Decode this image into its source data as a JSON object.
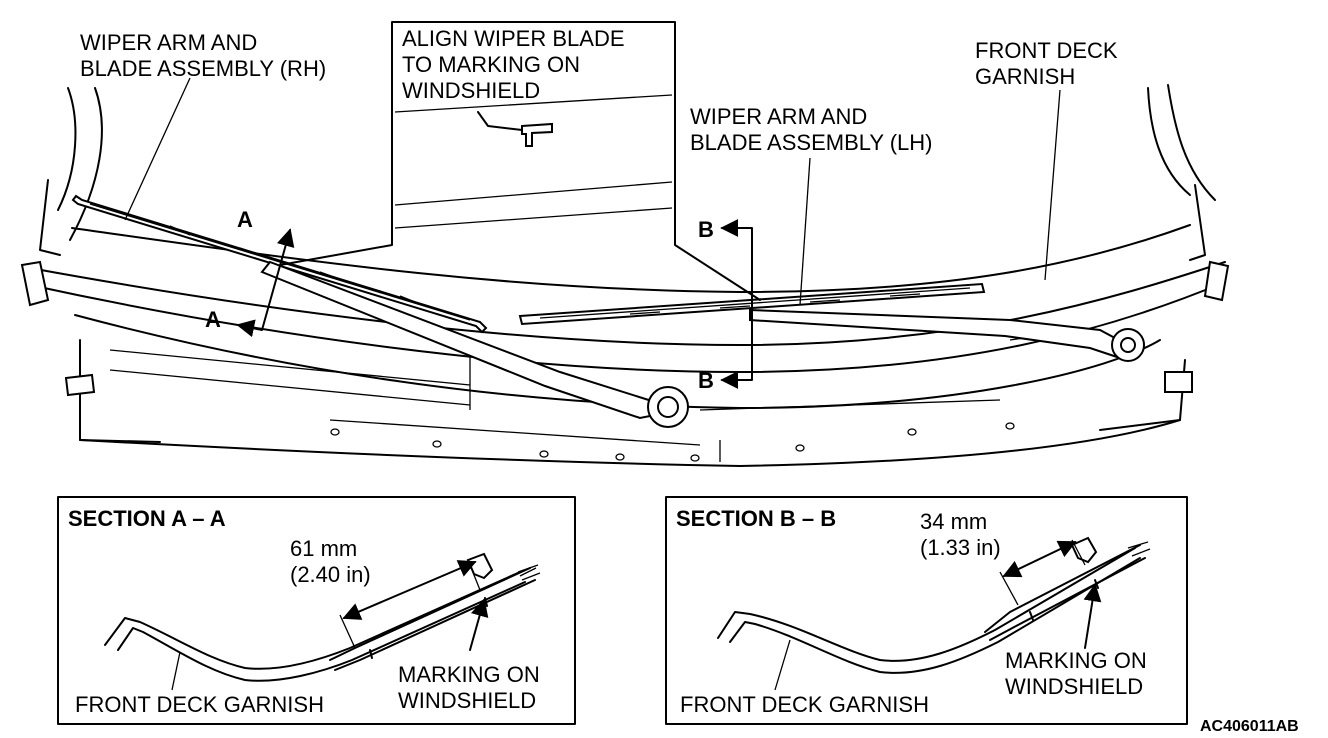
{
  "labels": {
    "wiper_rh_line1": "WIPER ARM AND",
    "wiper_rh_line2": "BLADE ASSEMBLY (RH)",
    "align_line1": "ALIGN WIPER BLADE",
    "align_line2": "TO MARKING ON",
    "align_line3": "WINDSHIELD",
    "front_deck_line1": "FRONT DECK",
    "front_deck_line2": "GARNISH",
    "wiper_lh_line1": "WIPER ARM AND",
    "wiper_lh_line2": "BLADE ASSEMBLY (LH)",
    "section_marker_a": "A",
    "section_marker_b": "B"
  },
  "section_a": {
    "title": "SECTION A – A",
    "dim_line1": "61 mm",
    "dim_line2": "(2.40 in)",
    "garnish_label": "FRONT DECK GARNISH",
    "marking_line1": "MARKING ON",
    "marking_line2": "WINDSHIELD"
  },
  "section_b": {
    "title": "SECTION B – B",
    "dim_line1": "34 mm",
    "dim_line2": "(1.33 in)",
    "garnish_label": "FRONT DECK GARNISH",
    "marking_line1": "MARKING ON",
    "marking_line2": "WINDSHIELD"
  },
  "figure_id": "AC406011AB"
}
